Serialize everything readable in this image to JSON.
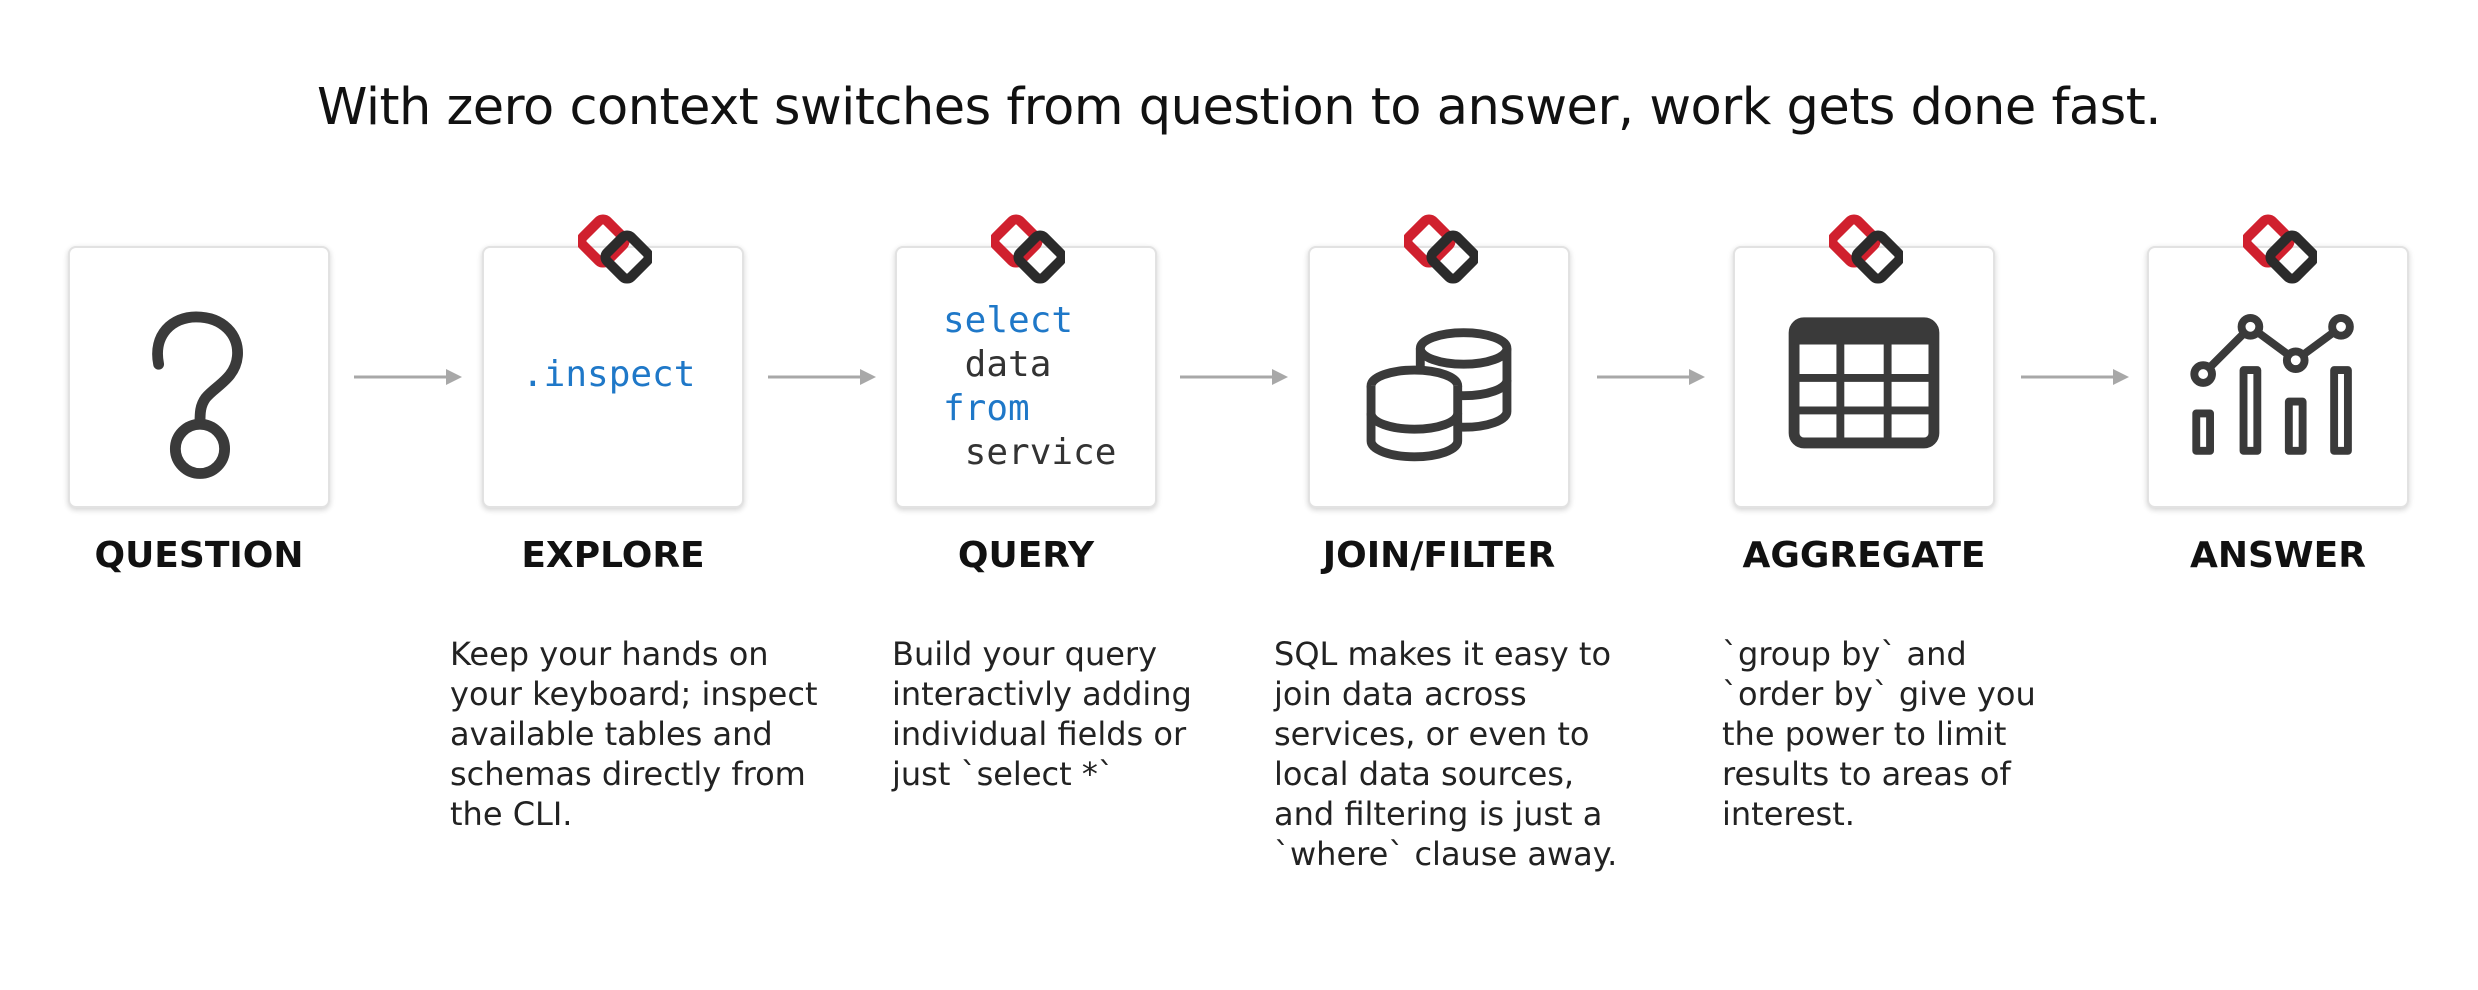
{
  "title": "With zero context switches from question to answer, work gets done fast.",
  "colors": {
    "brand_red": "#d0202e",
    "brand_dark": "#2b2b2b",
    "code_blue": "#1f78c8",
    "icon_gray": "#3a3a3a",
    "arrow_gray": "#a8a8a8"
  },
  "steps": [
    {
      "label": "QUESTION",
      "icon": "question-mark-icon",
      "desc": []
    },
    {
      "label": "EXPLORE",
      "code": ".inspect",
      "desc": [
        "Keep your hands on",
        "your keyboard; inspect",
        "available tables and",
        "schemas directly from",
        "the CLI."
      ]
    },
    {
      "label": "QUERY",
      "code_lines": [
        "select",
        " data",
        "from",
        " service"
      ],
      "desc": [
        "Build your query",
        "interactivly adding",
        "individual fields or",
        "just `select *`"
      ]
    },
    {
      "label": "JOIN/FILTER",
      "icon": "database-stack-icon",
      "desc": [
        "SQL makes it easy to",
        "join data across",
        "services, or even to",
        "local data sources,",
        "and filtering is just a",
        "`where` clause away."
      ]
    },
    {
      "label": "AGGREGATE",
      "icon": "table-grid-icon",
      "desc": [
        "`group by` and",
        "`order by` give you",
        "the power to limit",
        "results to areas of",
        "interest."
      ]
    },
    {
      "label": "ANSWER",
      "icon": "chart-icon",
      "desc": []
    }
  ]
}
